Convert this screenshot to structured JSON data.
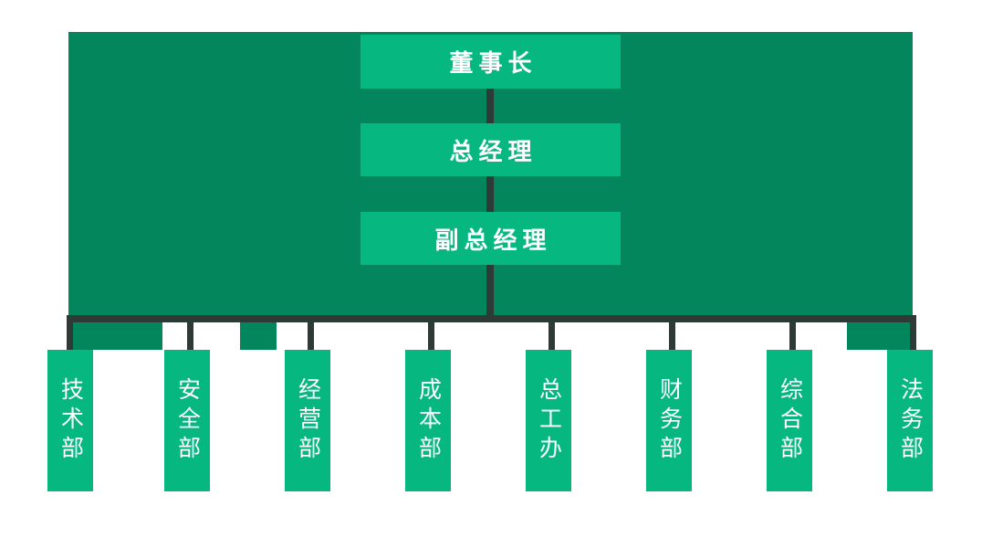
{
  "chart": {
    "type": "org-chart",
    "title": "",
    "orientation": "top-down",
    "colors": {
      "panel": "#04865c",
      "box": "#06b77f",
      "connector": "#2d3a35",
      "text": "#ffffff",
      "background": "#ffffff"
    },
    "executives": [
      {
        "label": "董事长",
        "level": 1
      },
      {
        "label": "总经理",
        "level": 2
      },
      {
        "label": "副总经理",
        "level": 3
      }
    ],
    "departments": [
      {
        "label": "技术部"
      },
      {
        "label": "安全部"
      },
      {
        "label": "经营部"
      },
      {
        "label": "成本部"
      },
      {
        "label": "总工办"
      },
      {
        "label": "财务部"
      },
      {
        "label": "综合部"
      },
      {
        "label": "法务部"
      }
    ]
  }
}
